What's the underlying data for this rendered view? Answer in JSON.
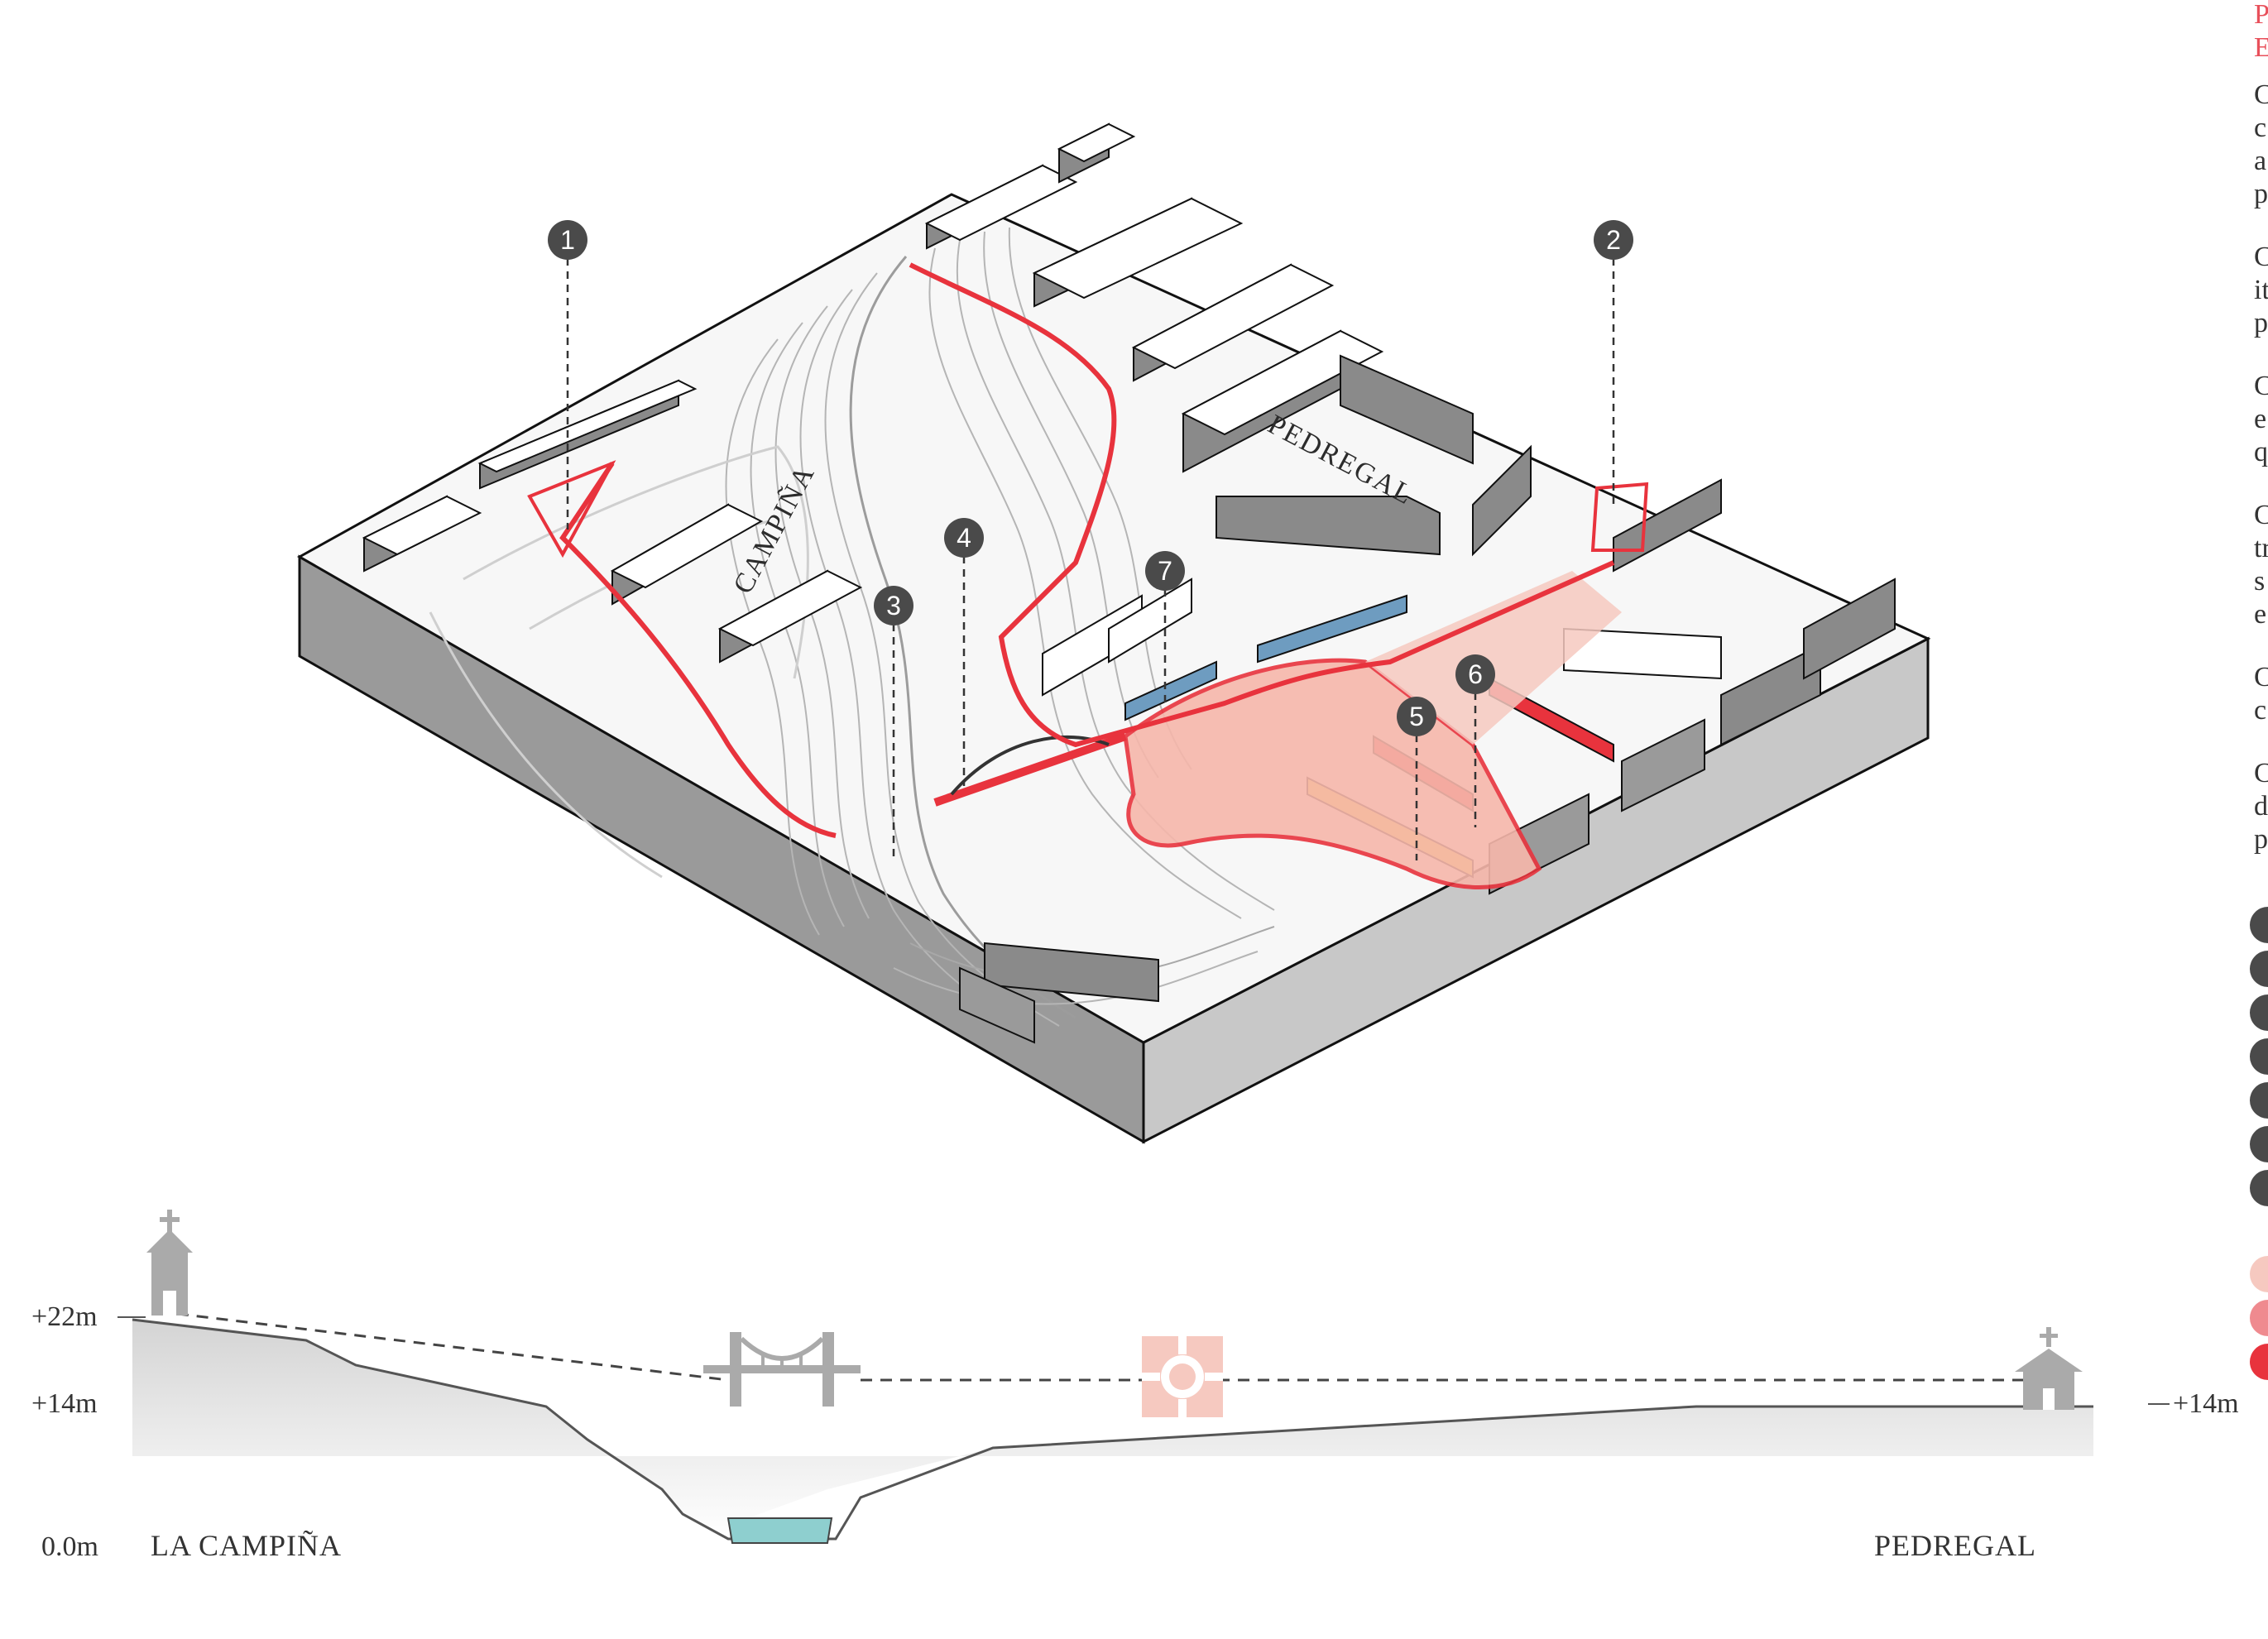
{
  "colors": {
    "route": "#e8333d",
    "plaza": "#f6b7ab",
    "marker": "#4a4a4a",
    "blue": "#6e9cc0",
    "yellow": "#f2d64b",
    "water": "#8ecfcf",
    "terrain": "#ececec",
    "block_side": "#8a8a8a",
    "block_top": "#ffffff"
  },
  "map": {
    "street_left": "CAMPIÑA",
    "street_right": "PEDREGAL",
    "markers": [
      "1",
      "2",
      "3",
      "4",
      "5",
      "6",
      "7"
    ]
  },
  "section": {
    "elev_top": "+22m",
    "elev_mid": "+14m",
    "elev_right": "+14m",
    "elev_base": "0.0m",
    "place_left": "LA CAMPIÑA",
    "place_right": "PEDREGAL",
    "icons": [
      "church-icon",
      "bridge-icon",
      "plaza-icon",
      "church-icon"
    ]
  },
  "sidebar": {
    "title_lines": [
      "P",
      "E"
    ],
    "paragraphs": [
      [
        "C",
        "c",
        "a",
        "p"
      ],
      [
        "C",
        "it",
        "p"
      ],
      [
        "C",
        "e",
        "q"
      ],
      [
        "C",
        "tr",
        "s",
        "e"
      ],
      [
        "C",
        "c"
      ],
      [
        "C",
        "d",
        "p"
      ]
    ],
    "legend_dark_count": 7,
    "legend_pink_count": 3
  }
}
